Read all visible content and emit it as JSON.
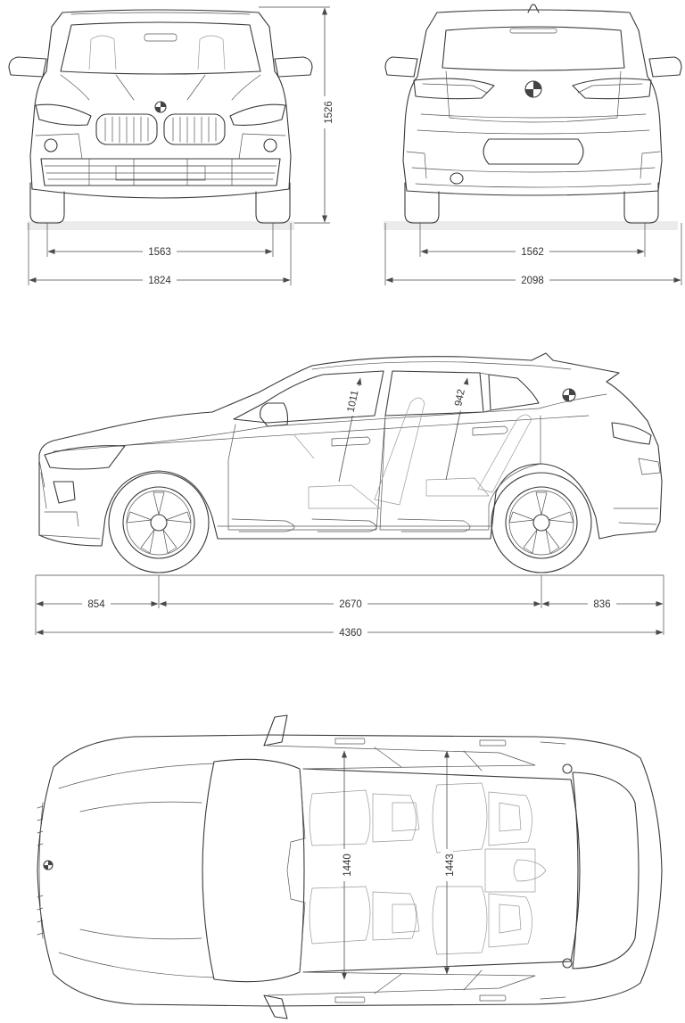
{
  "front_view": {
    "height_label": "1526",
    "track_label": "1563",
    "width_label": "1824"
  },
  "rear_view": {
    "track_label": "1562",
    "width_mirrors_label": "2098"
  },
  "side_view": {
    "front_headroom_label": "1011",
    "rear_headroom_label": "942",
    "front_overhang_label": "854",
    "wheelbase_label": "2670",
    "rear_overhang_label": "836",
    "length_label": "4360"
  },
  "top_view": {
    "front_shoulder_label": "1440",
    "rear_shoulder_label": "1443"
  }
}
